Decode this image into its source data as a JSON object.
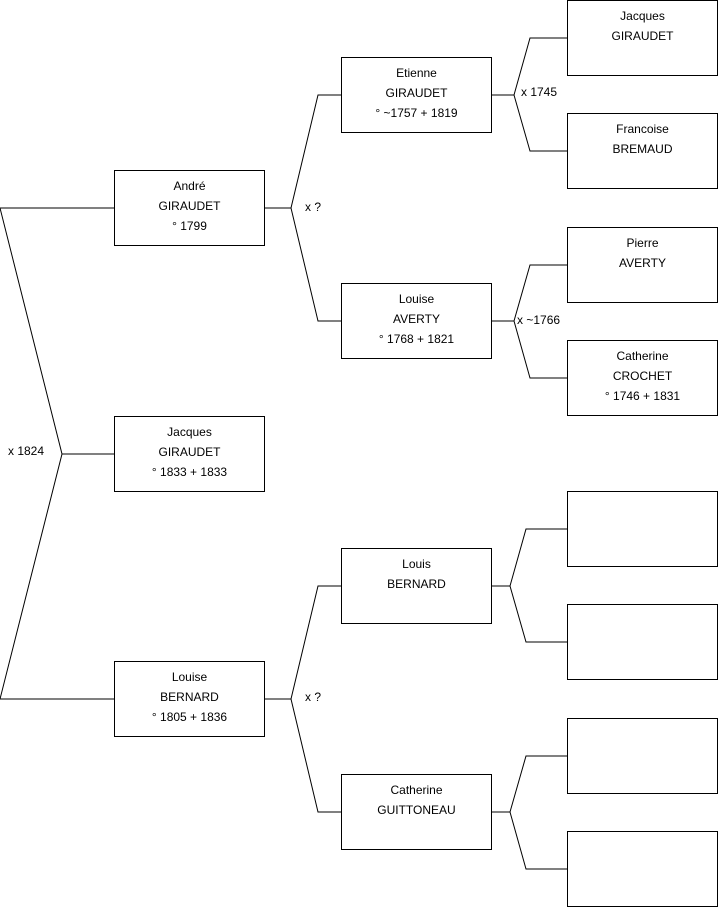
{
  "tree": {
    "root": {
      "line1": "Jacques",
      "line2": "GIRAUDET",
      "line3": "° 1833 + 1833"
    },
    "father": {
      "line1": "André",
      "line2": "GIRAUDET",
      "line3": "° 1799"
    },
    "mother": {
      "line1": "Louise",
      "line2": "BERNARD",
      "line3": "° 1805 + 1836"
    },
    "ff": {
      "line1": "Etienne",
      "line2": "GIRAUDET",
      "line3": "° ~1757 + 1819"
    },
    "fm": {
      "line1": "Louise",
      "line2": "AVERTY",
      "line3": "° 1768 + 1821"
    },
    "mf": {
      "line1": "Louis",
      "line2": "BERNARD",
      "line3": ""
    },
    "mm": {
      "line1": "Catherine",
      "line2": "GUITTONEAU",
      "line3": ""
    },
    "fff": {
      "line1": "Jacques",
      "line2": "GIRAUDET",
      "line3": ""
    },
    "ffm": {
      "line1": "Francoise",
      "line2": "BREMAUD",
      "line3": ""
    },
    "fmf": {
      "line1": "Pierre",
      "line2": "AVERTY",
      "line3": ""
    },
    "fmm": {
      "line1": "Catherine",
      "line2": "CROCHET",
      "line3": "° 1746 + 1831"
    },
    "mff": {
      "line1": "",
      "line2": "",
      "line3": ""
    },
    "mfm": {
      "line1": "",
      "line2": "",
      "line3": ""
    },
    "mmf": {
      "line1": "",
      "line2": "",
      "line3": ""
    },
    "mmm": {
      "line1": "",
      "line2": "",
      "line3": ""
    }
  },
  "marriages": {
    "parents": "x 1824",
    "paternal": "x ?",
    "maternal": "x ?",
    "ff": "x 1745",
    "fm": "x ~1766",
    "mf": "",
    "mm": ""
  }
}
